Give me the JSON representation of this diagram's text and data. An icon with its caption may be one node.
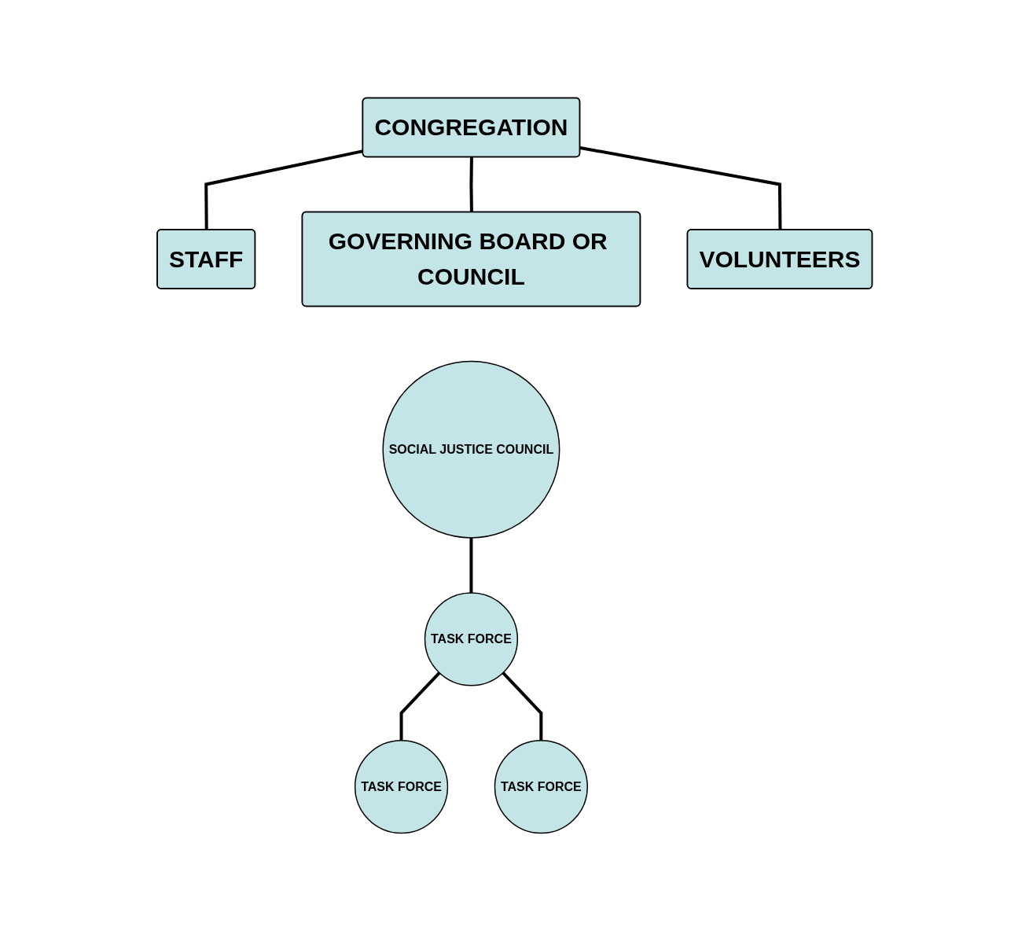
{
  "diagram": {
    "nodes": [
      {
        "text": [
          "CONGREGATION"
        ]
      },
      {
        "text": [
          "STAFF"
        ]
      },
      {
        "text": [
          "GOVERNING BOARD OR COUNCIL"
        ]
      },
      {
        "text": [
          "VOLUNTEERS"
        ]
      },
      {
        "text": [
          "SOCIAL JUSTICE COUNCIL"
        ]
      },
      {
        "text": [
          "TASK FORCE"
        ]
      },
      {
        "text": [
          "TASK FORCE"
        ]
      },
      {
        "text": [
          "TASK FORCE"
        ]
      }
    ],
    "edges": [
      {
        "from": 0,
        "to": 1,
        "arrow": "none"
      },
      {
        "from": 0,
        "to": 2,
        "arrow": "none"
      },
      {
        "from": 0,
        "to": 3,
        "arrow": "none"
      },
      {
        "from": 4,
        "to": 5,
        "arrow": "none"
      },
      {
        "from": 5,
        "to": 6,
        "arrow": "none"
      },
      {
        "from": 5,
        "to": 7,
        "arrow": "none"
      }
    ]
  }
}
